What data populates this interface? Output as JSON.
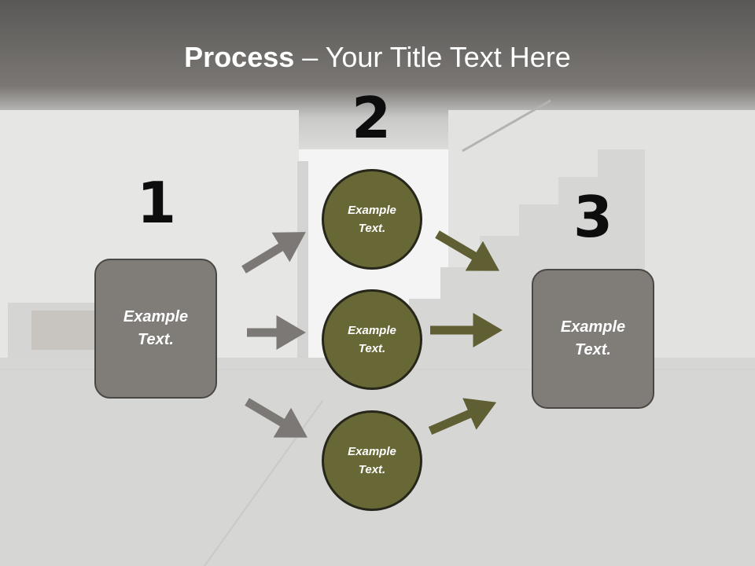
{
  "title": {
    "bold": "Process",
    "rest": " – Your Title Text Here"
  },
  "steps": [
    {
      "number": "1",
      "text_line1": "Example",
      "text_line2": "Text."
    },
    {
      "number": "2",
      "items": [
        {
          "text_line1": "Example",
          "text_line2": "Text."
        },
        {
          "text_line1": "Example",
          "text_line2": "Text."
        },
        {
          "text_line1": "Example",
          "text_line2": "Text."
        }
      ]
    },
    {
      "number": "3",
      "text_line1": "Example",
      "text_line2": "Text."
    }
  ],
  "colors": {
    "box_fill": "#807c78",
    "circle_fill": "#686837",
    "grey_arrow": "#7b7875",
    "olive_arrow": "#5f5f33"
  }
}
